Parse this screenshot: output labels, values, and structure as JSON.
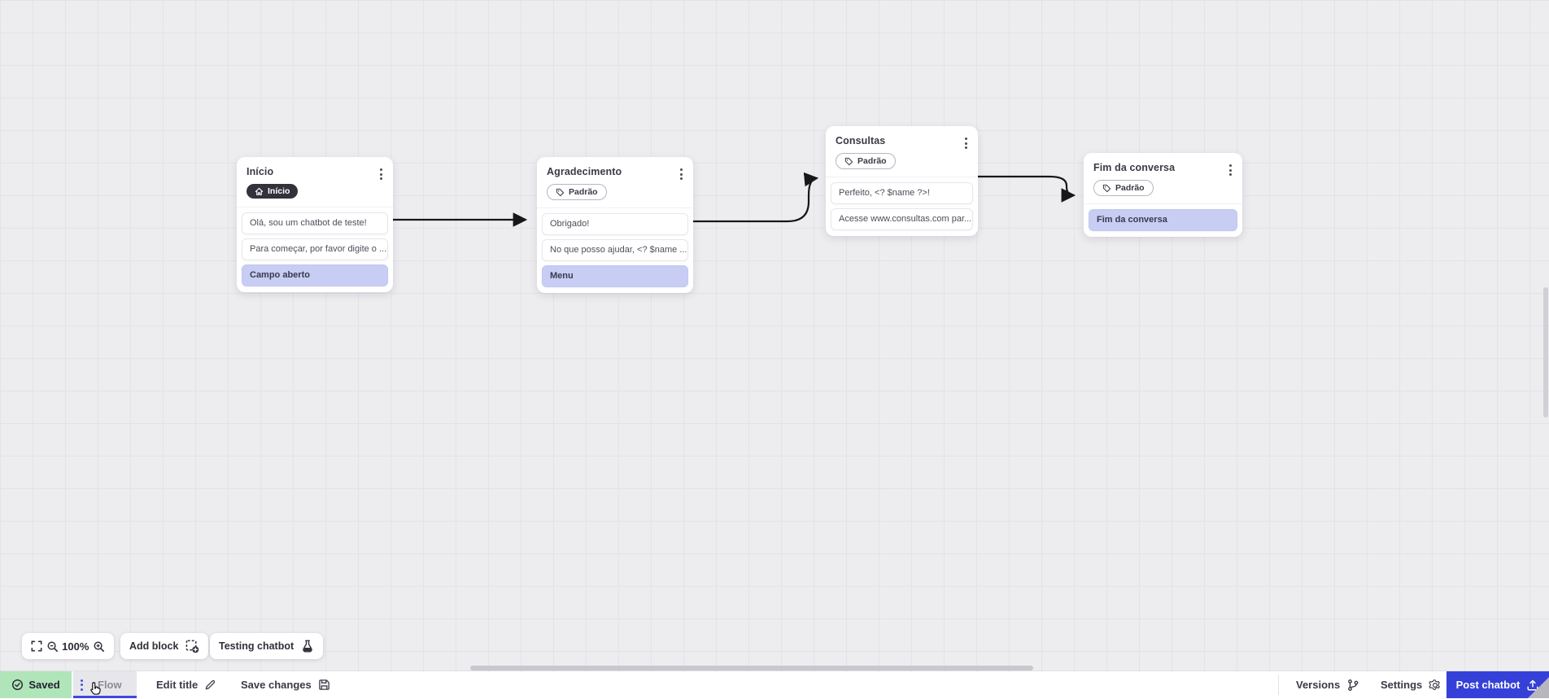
{
  "colors": {
    "accent": "#3540d8",
    "action_card": "#c7cdf3",
    "saved_green": "#b0e5ba",
    "badge_dark": "#32323d",
    "wire": "#17171a",
    "canvas_bg": "#edecef"
  },
  "canvas": {
    "grid": "on",
    "nodes": [
      {
        "title": "Início",
        "menu_icon": "kebab-icon",
        "badge": {
          "icon": "home-icon",
          "label": "Início",
          "variant": "dark"
        },
        "messages": [
          {
            "type": "text",
            "text": "Olá, sou um chatbot de teste!"
          },
          {
            "type": "text",
            "text": "Para começar, por favor digite o ..."
          },
          {
            "type": "action",
            "text": "Campo aberto"
          }
        ]
      },
      {
        "title": "Agradecimento",
        "menu_icon": "kebab-icon",
        "badge": {
          "icon": "tag-icon",
          "label": "Padrão",
          "variant": "outline"
        },
        "messages": [
          {
            "type": "text",
            "text": "Obrigado!"
          },
          {
            "type": "text",
            "text": "No que posso ajudar, <? $name ..."
          },
          {
            "type": "action",
            "text": "Menu"
          }
        ]
      },
      {
        "title": "Consultas",
        "menu_icon": "kebab-icon",
        "badge": {
          "icon": "tag-icon",
          "label": "Padrão",
          "variant": "outline"
        },
        "messages": [
          {
            "type": "text",
            "text": "Perfeito, <? $name ?>!"
          },
          {
            "type": "text",
            "text": "Acesse www.consultas.com par..."
          }
        ]
      },
      {
        "title": "Fim da conversa",
        "menu_icon": "kebab-icon",
        "badge": {
          "icon": "tag-icon",
          "label": "Padrão",
          "variant": "outline"
        },
        "messages": [
          {
            "type": "action",
            "text": "Fim da conversa"
          }
        ]
      }
    ]
  },
  "toolbar": {
    "zoom_value": "100%",
    "add_block": "Add block",
    "testing_chatbot": "Testing chatbot",
    "icons": [
      "fullscreen-icon",
      "zoom-out-icon",
      "zoom-in-icon",
      "add-block-icon",
      "flask-icon"
    ]
  },
  "statusbar": {
    "saved": "Saved",
    "flow_tab": "Flow",
    "edit_title": "Edit title",
    "save_changes": "Save changes",
    "versions": "Versions",
    "settings": "Settings",
    "post_chatbot": "Post chatbot",
    "icons": [
      "check-circle-icon",
      "kebab-icon",
      "pencil-icon",
      "save-icon",
      "branch-icon",
      "gear-icon",
      "upload-icon"
    ]
  }
}
